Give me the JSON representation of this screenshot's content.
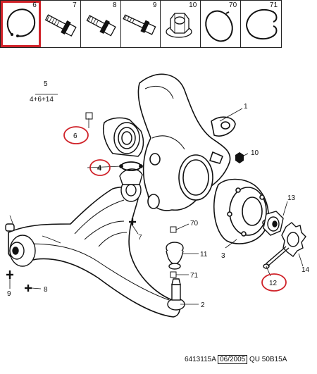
{
  "toolbar": {
    "items": [
      {
        "number": "6",
        "icon": "circlip-ring-icon"
      },
      {
        "number": "7",
        "icon": "flange-bolt-icon"
      },
      {
        "number": "8",
        "icon": "flange-bolt-icon"
      },
      {
        "number": "9",
        "icon": "long-bolt-icon"
      },
      {
        "number": "10",
        "icon": "flange-nut-icon"
      },
      {
        "number": "70",
        "icon": "ring-icon"
      },
      {
        "number": "71",
        "icon": "spring-clip-icon"
      }
    ],
    "selected": "6"
  },
  "callouts": {
    "c1": "1",
    "c2": "2",
    "c3": "3",
    "c4": "4",
    "c5": "5",
    "c5_sub": "4+6+14",
    "c6": "6",
    "c7": "7",
    "c8": "8",
    "c9": "9",
    "c10": "10",
    "c11": "11",
    "c12": "12",
    "c13": "13",
    "c14": "14",
    "c70": "70",
    "c71": "71"
  },
  "highlight_color": "#d0232a",
  "footer": {
    "code": "6413115A",
    "date": "06/2005",
    "ref": "QU 50B15A"
  }
}
